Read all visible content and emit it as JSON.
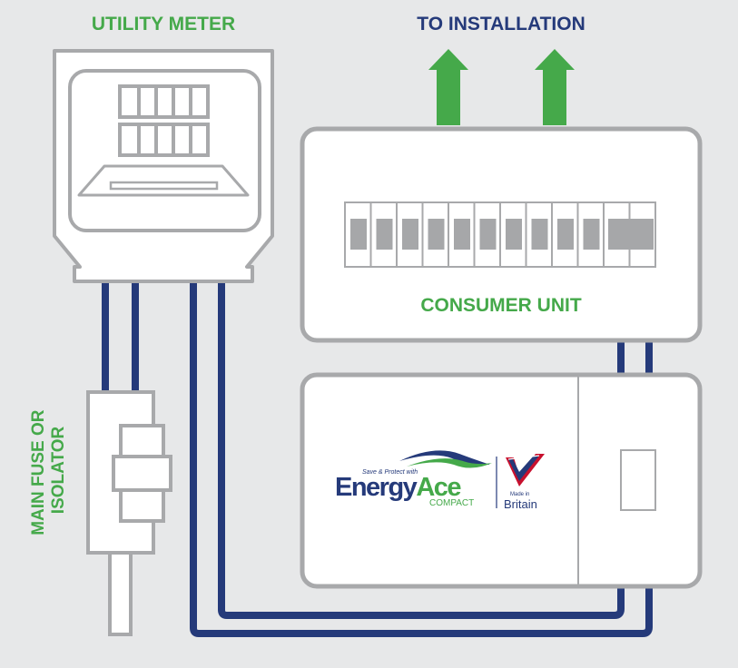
{
  "labels": {
    "utility_meter": "UTILITY METER",
    "to_installation": "TO INSTALLATION",
    "consumer_unit": "CONSUMER UNIT",
    "main_fuse_line1": "MAIN FUSE OR",
    "main_fuse_line2": "ISOLATOR"
  },
  "logo": {
    "tagline": "Save & Protect with",
    "brand_a": "Energy",
    "brand_b": "Ace",
    "sub": "COMPACT",
    "made_in": "Made in",
    "country": "Britain"
  },
  "colors": {
    "background": "#e7e8e9",
    "green": "#45a94a",
    "navy": "#253a7a",
    "outline": "#a8a9ab",
    "fill": "#ffffff",
    "breaker": "#a6a7a9"
  }
}
